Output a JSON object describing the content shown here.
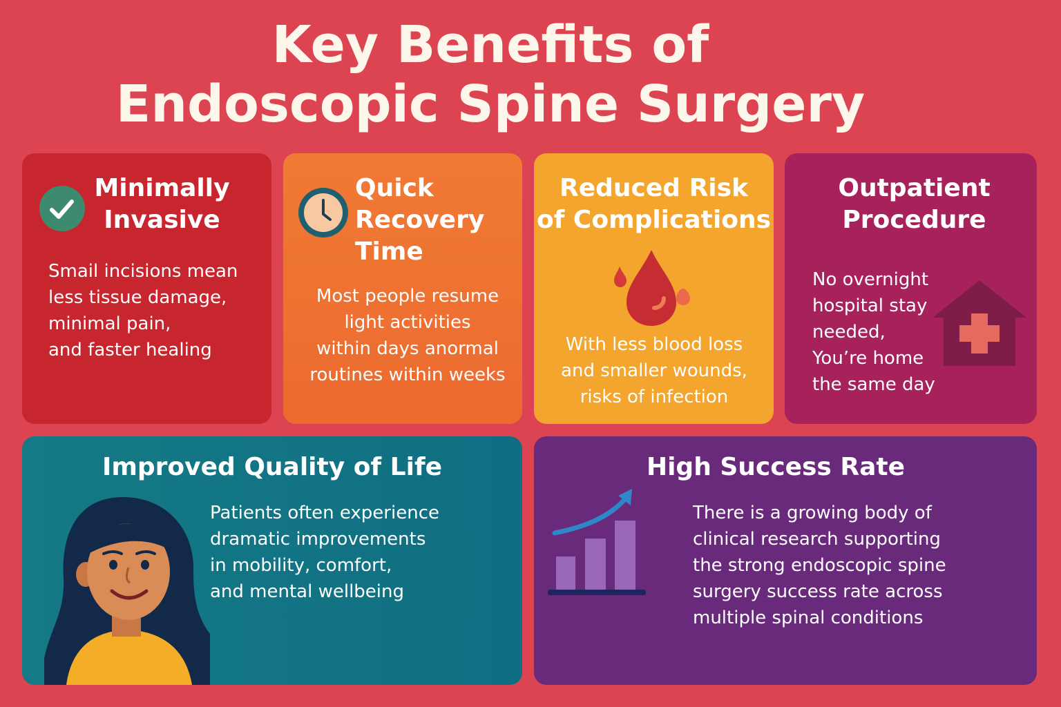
{
  "title": {
    "line1": "Key Benefits of",
    "line2": "Endoscopic Spine Surgery"
  },
  "cards": [
    {
      "heading": "Minimally\nInvasive",
      "body": "Smail incisions mean\n  less tissue damage,\n  minimal pain,\nand faster healing",
      "icon": "check-circle-icon",
      "color": "#c8262f"
    },
    {
      "heading": "Quick\nRecovery\nTime",
      "body": "Most people resume\nlight activities\n within days anormal\nroutines within weeks",
      "icon": "clock-icon",
      "color": "#ec6a30"
    },
    {
      "heading": "Reduced Risk\nof Complications",
      "body": "With less blood loss\nand smaller wounds,\nrisks of infection",
      "icon": "blood-drop-icon",
      "color": "#f3a52d"
    },
    {
      "heading": "Outpatient\nProcedure",
      "body": "No overnight\n hospital stay\nneeded,\nYou’re home\nthe same day",
      "icon": "hospital-house-icon",
      "color": "#a7215a"
    },
    {
      "heading": "Improved Quality of Life",
      "body": "Patients often experience\ndramatic improvements\nin mobility, comfort,\nand mental wellbeing",
      "icon": "smiling-woman-illustration",
      "color": "#157a85"
    },
    {
      "heading": "High Success Rate",
      "body": "There is a growing body of\nclinical research supporting\nthe strong endoscopic spine\nsurgery success rate across\nmultiple spinal conditions",
      "icon": "bar-chart-arrow-icon",
      "color": "#6a2a7b"
    }
  ]
}
